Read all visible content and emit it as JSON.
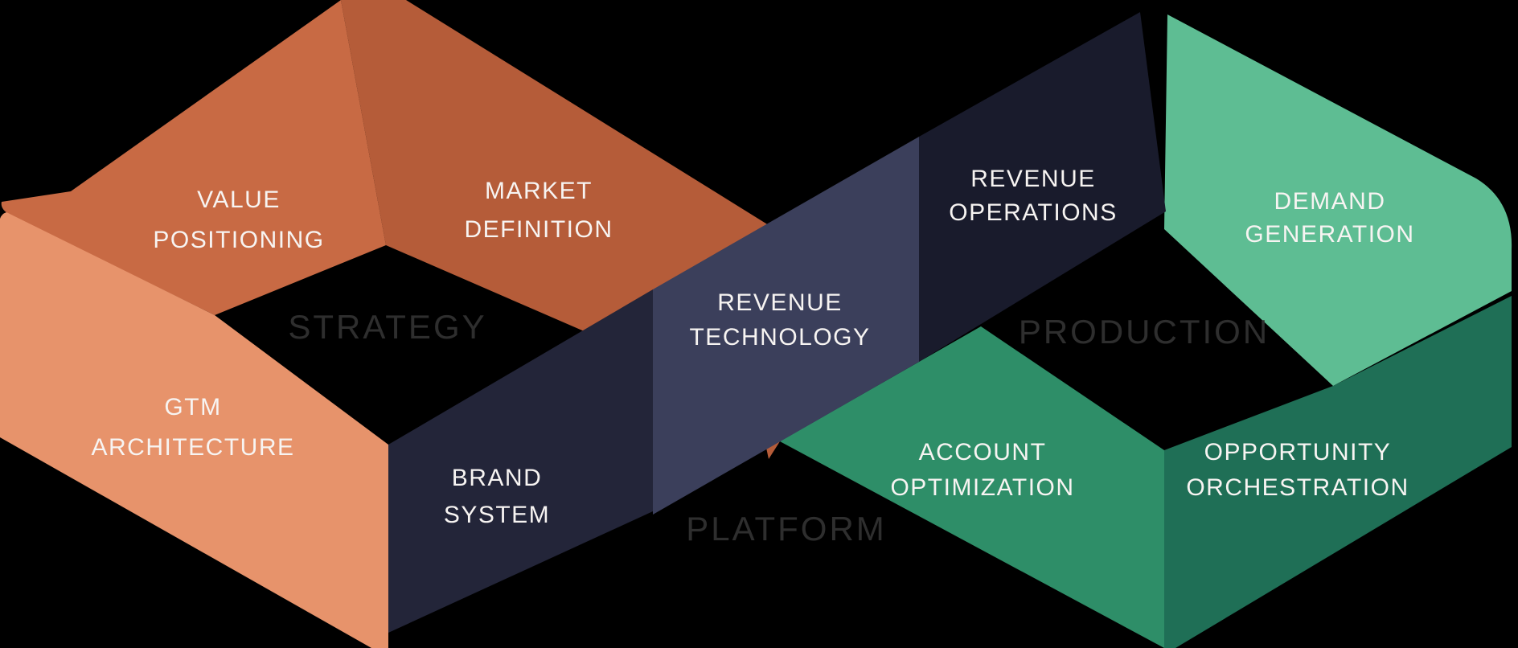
{
  "palette": {
    "background": "#000000",
    "segment_text": "#F7F4F2",
    "zone_text": "#2E2E2E",
    "value_positioning": "#C86A44",
    "market_definition": "#B55C39",
    "gtm_architecture": "#E7936B",
    "brand_system": "#232539",
    "revenue_technology": "#3B3F5B",
    "revenue_operations": "#191B2C",
    "demand_generation": "#5EBD93",
    "account_optimization": "#2E8E68",
    "opportunity_orchestration": "#1F6F56"
  },
  "zones": {
    "strategy": "STRATEGY",
    "platform": "PLATFORM",
    "production": "PRODUCTION"
  },
  "segments": {
    "value_positioning": {
      "line1": "VALUE",
      "line2": "POSITIONING"
    },
    "market_definition": {
      "line1": "MARKET",
      "line2": "DEFINITION"
    },
    "gtm_architecture": {
      "line1": "GTM",
      "line2": "ARCHITECTURE"
    },
    "brand_system": {
      "line1": "BRAND",
      "line2": "SYSTEM"
    },
    "revenue_technology": {
      "line1": "REVENUE",
      "line2": "TECHNOLOGY"
    },
    "revenue_operations": {
      "line1": "REVENUE",
      "line2": "OPERATIONS"
    },
    "demand_generation": {
      "line1": "DEMAND",
      "line2": "GENERATION"
    },
    "account_optimization": {
      "line1": "ACCOUNT",
      "line2": "OPTIMIZATION"
    },
    "opportunity_orchestration": {
      "line1": "OPPORTUNITY",
      "line2": "ORCHESTRATION"
    }
  }
}
